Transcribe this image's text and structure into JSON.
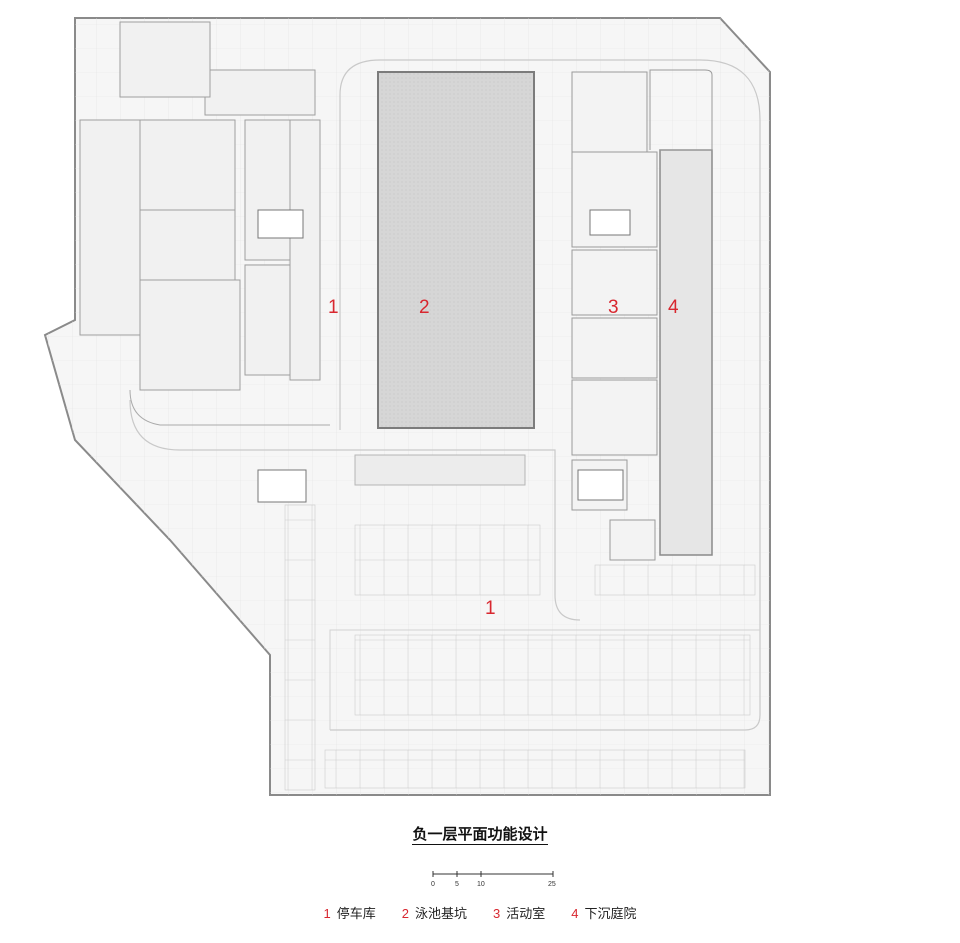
{
  "plan": {
    "title": "负一层平面功能设计",
    "labels": [
      {
        "id": "zone-1-north",
        "text": "1"
      },
      {
        "id": "zone-2",
        "text": "2"
      },
      {
        "id": "zone-3",
        "text": "3"
      },
      {
        "id": "zone-4",
        "text": "4"
      },
      {
        "id": "zone-1-south",
        "text": "1"
      }
    ],
    "scale_bar": {
      "ticks": [
        "0",
        "5",
        "10",
        "25"
      ]
    },
    "legend": [
      {
        "num": "1",
        "text": "停车库"
      },
      {
        "num": "2",
        "text": "泳池基坑"
      },
      {
        "num": "3",
        "text": "活动室"
      },
      {
        "num": "4",
        "text": "下沉庭院"
      }
    ],
    "colors": {
      "accent": "#d8272f",
      "line": "#9a9a9a",
      "fill": "#f4f4f4",
      "pool": "#d9d9d9"
    }
  }
}
